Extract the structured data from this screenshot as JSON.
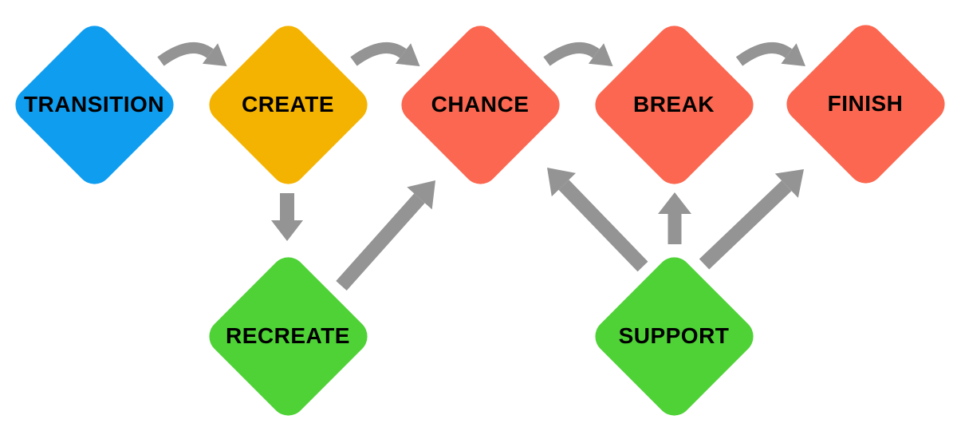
{
  "diagram": {
    "type": "flowchart",
    "background": "#ffffff",
    "colors": {
      "blue": "#0F9DF0",
      "amber": "#F5B301",
      "salmon": "#FB6750",
      "green": "#4ED236",
      "arrow": "#949494",
      "label": "#000000"
    },
    "nodes": [
      {
        "id": "transition",
        "label": "TRANSITION",
        "color": "blue",
        "row": "top"
      },
      {
        "id": "create",
        "label": "CREATE",
        "color": "amber",
        "row": "top"
      },
      {
        "id": "chance",
        "label": "CHANCE",
        "color": "salmon",
        "row": "top"
      },
      {
        "id": "break",
        "label": "BREAK",
        "color": "salmon",
        "row": "top"
      },
      {
        "id": "finish",
        "label": "FINISH",
        "color": "salmon",
        "row": "top"
      },
      {
        "id": "recreate",
        "label": "RECREATE",
        "color": "green",
        "row": "bottom"
      },
      {
        "id": "support",
        "label": "SUPPORT",
        "color": "green",
        "row": "bottom"
      }
    ],
    "edges": [
      {
        "from": "transition",
        "to": "create",
        "style": "curved"
      },
      {
        "from": "create",
        "to": "chance",
        "style": "curved"
      },
      {
        "from": "chance",
        "to": "break",
        "style": "curved"
      },
      {
        "from": "break",
        "to": "finish",
        "style": "curved"
      },
      {
        "from": "create",
        "to": "recreate",
        "style": "straight"
      },
      {
        "from": "recreate",
        "to": "chance",
        "style": "straight"
      },
      {
        "from": "support",
        "to": "chance",
        "style": "straight"
      },
      {
        "from": "support",
        "to": "break",
        "style": "straight"
      },
      {
        "from": "support",
        "to": "finish",
        "style": "straight"
      }
    ]
  }
}
